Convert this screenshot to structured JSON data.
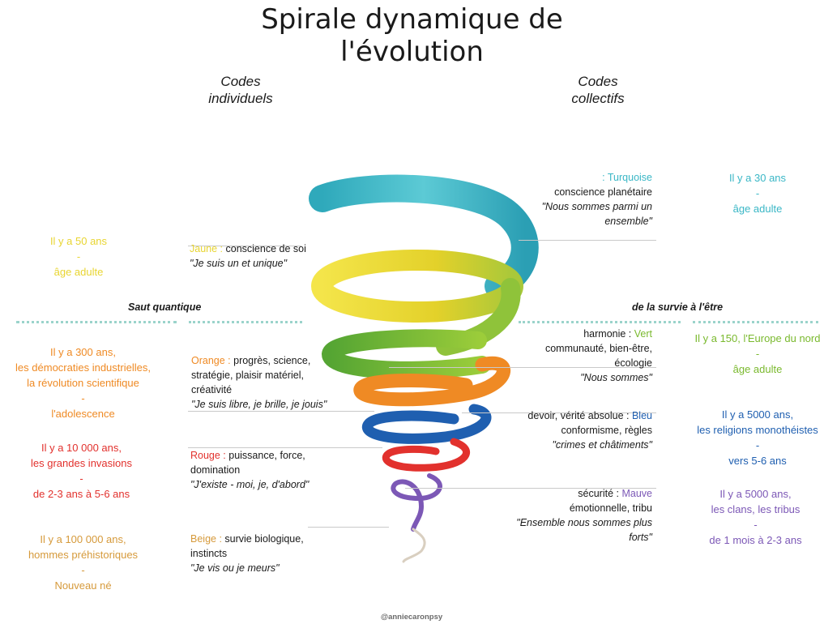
{
  "title": {
    "line1": "Spirale dynamique de",
    "line2": "l'évolution"
  },
  "codes": {
    "individual": [
      "Codes",
      "individuels"
    ],
    "collective": [
      "Codes",
      "collectifs"
    ]
  },
  "dividers": {
    "left_label": "Saut quantique",
    "right_label": "de la survie à l'être"
  },
  "colors": {
    "turquoise": "#3ab7c6",
    "yellow": "#e8d531",
    "green": "#7ab92e",
    "orange": "#ef8a24",
    "blue": "#1f5fb0",
    "red": "#e2312d",
    "purple": "#7c58b6",
    "beige": "#d69a3b"
  },
  "stages": {
    "turquoise": {
      "name": ": Turquoise",
      "desc": "conscience planétaire",
      "quote1": "\"Nous sommes parmi un",
      "quote2": "ensemble\"",
      "era": [
        "Il y a 30 ans",
        "-",
        "âge adulte"
      ]
    },
    "yellow": {
      "name": "Jaune :",
      "desc": " conscience de soi",
      "quote": "\"Je suis un et unique\"",
      "era": [
        "Il y a 50 ans",
        "-",
        "âge adulte"
      ]
    },
    "green": {
      "prefix": "harmonie : ",
      "name": "Vert",
      "desc1": "communauté, bien-être,",
      "desc2": "écologie",
      "quote": "\"Nous sommes\"",
      "era": [
        "Il y a 150, l'Europe du nord",
        "-",
        "âge adulte"
      ]
    },
    "orange": {
      "name": "Orange :",
      "desc1": " progrès, science,",
      "desc2": "stratégie, plaisir matériel,",
      "desc3": "créativité",
      "quote": "\"Je suis libre, je brille, je jouis\"",
      "era": [
        "Il y a 300 ans,",
        "les démocraties industrielles,",
        "la révolution scientifique",
        "-",
        "l'adolescence"
      ]
    },
    "blue": {
      "prefix": "devoir, vérité absolue : ",
      "name": "Bleu",
      "desc": "conformisme, règles",
      "quote": "\"crimes et châtiments\"",
      "era": [
        "Il y a 5000 ans,",
        "les religions monothéistes",
        "-",
        "vers 5-6 ans"
      ]
    },
    "red": {
      "name": "Rouge :",
      "desc1": " puissance, force,",
      "desc2": "domination",
      "quote": "\"J'existe - moi, je, d'abord\"",
      "era": [
        "Il y a 10 000 ans,",
        "les grandes invasions",
        "-",
        "de 2-3 ans à 5-6 ans"
      ]
    },
    "purple": {
      "prefix": "sécurité : ",
      "name": "Mauve",
      "desc": "émotionnelle, tribu",
      "quote1": "\"Ensemble nous sommes plus",
      "quote2": "forts\"",
      "era": [
        "Il y a 5000 ans,",
        "les clans, les tribus",
        "-",
        "de 1 mois à 2-3 ans"
      ]
    },
    "beige": {
      "name": "Beige :",
      "desc1": " survie biologique,",
      "desc2": "instincts",
      "quote": "\"Je vis ou je meurs\"",
      "era": [
        "Il y a 100 000 ans,",
        "hommes préhistoriques",
        "-",
        "Nouveau né"
      ]
    }
  },
  "credit": "@anniecaronpsy"
}
